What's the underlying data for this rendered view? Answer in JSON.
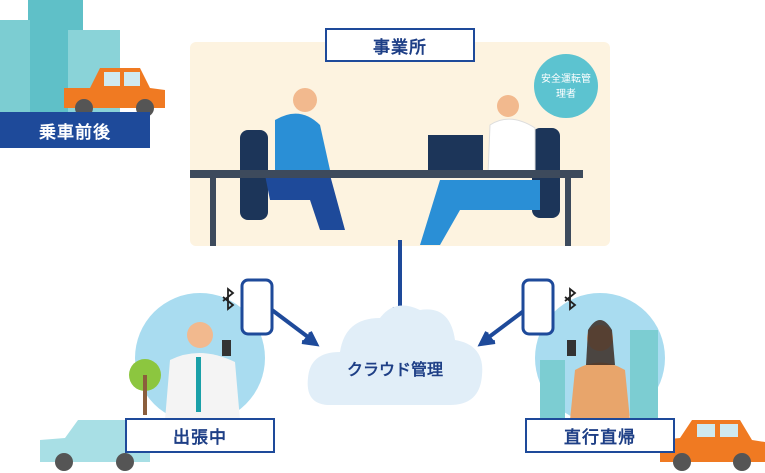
{
  "office": {
    "label": "事業所",
    "manager_badge": "安全運転管理者"
  },
  "before_after": {
    "label": "乗車前後"
  },
  "cloud": {
    "label": "クラウド管理"
  },
  "business_trip": {
    "label": "出張中"
  },
  "direct": {
    "label": "直行直帰"
  },
  "colors": {
    "navy": "#1e4a9a",
    "teal": "#5cc3d0",
    "cloud": "#e1eef8",
    "office_bg": "#fdf3e0",
    "orange_car": "#f07a22",
    "cyan_car": "#a8dfe5"
  },
  "icons": [
    "bluetooth-icon",
    "smartphone-icon",
    "arrow-icon"
  ]
}
